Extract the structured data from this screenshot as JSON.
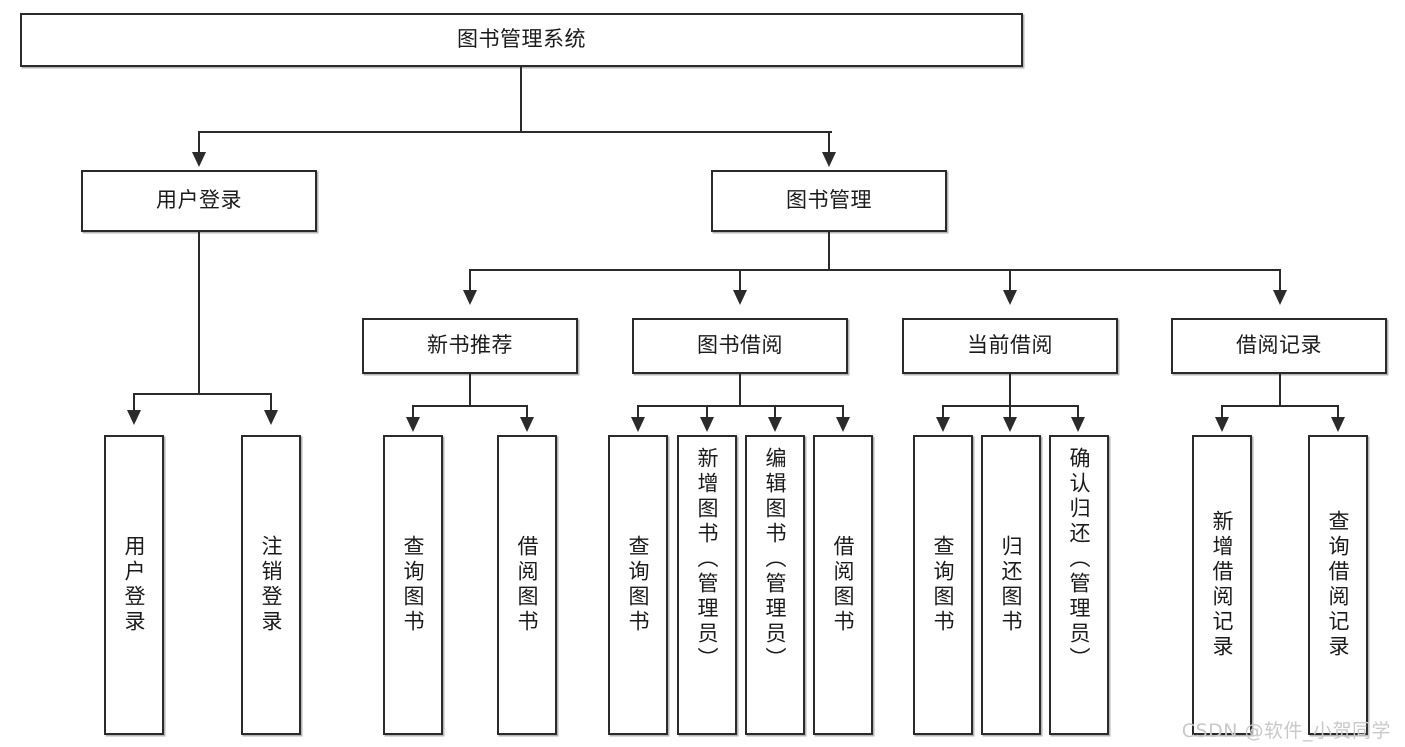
{
  "diagram": {
    "type": "tree",
    "title_node": {
      "label": "图书管理系统"
    },
    "level2": [
      {
        "id": "user-login",
        "label": "用户登录"
      },
      {
        "id": "book-manage",
        "label": "图书管理"
      }
    ],
    "level3": [
      {
        "id": "new-book-recommend",
        "label": "新书推荐"
      },
      {
        "id": "book-borrow",
        "label": "图书借阅"
      },
      {
        "id": "current-borrow",
        "label": "当前借阅"
      },
      {
        "id": "borrow-record",
        "label": "借阅记录"
      }
    ],
    "leaves": {
      "user_login": [
        {
          "id": "leaf-user-login",
          "label": "用户登录"
        },
        {
          "id": "leaf-logout-login",
          "label": "注销登录"
        }
      ],
      "new_book_recommend": [
        {
          "id": "leaf-query-book-1",
          "label": "查询图书"
        },
        {
          "id": "leaf-borrow-book-1",
          "label": "借阅图书"
        }
      ],
      "book_borrow": [
        {
          "id": "leaf-query-book-2",
          "label": "查询图书"
        },
        {
          "id": "leaf-add-book",
          "label": "新增图书（管理员）"
        },
        {
          "id": "leaf-edit-book",
          "label": "编辑图书（管理员）"
        },
        {
          "id": "leaf-borrow-book-2",
          "label": "借阅图书"
        }
      ],
      "current_borrow": [
        {
          "id": "leaf-query-book-3",
          "label": "查询图书"
        },
        {
          "id": "leaf-return-book",
          "label": "归还图书"
        },
        {
          "id": "leaf-confirm-return",
          "label": "确认归还（管理员）"
        }
      ],
      "borrow_record": [
        {
          "id": "leaf-add-record",
          "label": "新增借阅记录"
        },
        {
          "id": "leaf-query-record",
          "label": "查询借阅记录"
        }
      ]
    }
  },
  "watermark": {
    "text": "CSDN @软件_小贺同学"
  },
  "colors": {
    "stroke": "#2b2b2b",
    "fill": "#ffffff",
    "text": "#1b1b1b",
    "watermark": "#c9c9c9"
  }
}
